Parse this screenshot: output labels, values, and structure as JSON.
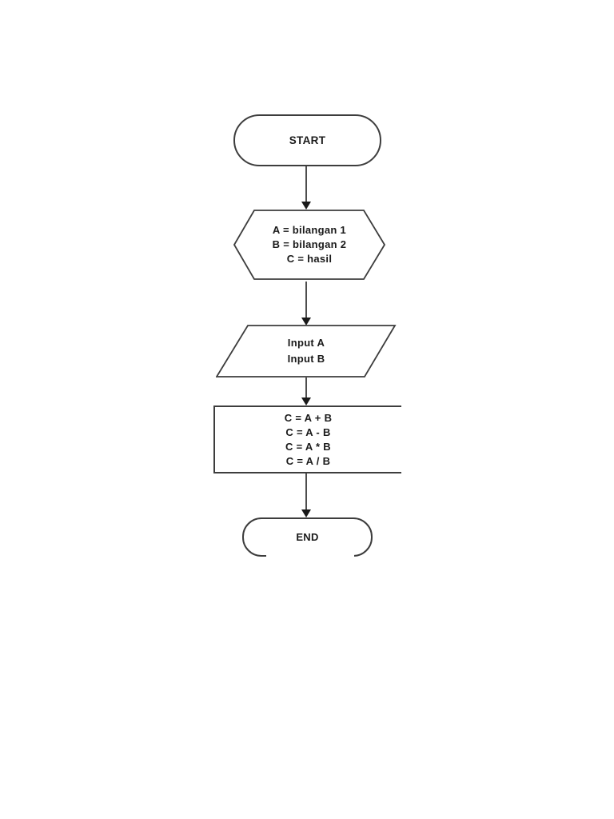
{
  "flowchart": {
    "colors": {
      "background": "#ffffff",
      "shape_stroke": "#3d3d3d",
      "shape_fill": "#ffffff",
      "text": "#1a1a1a",
      "arrow_shaft": "#4e4e4e",
      "arrowhead": "#191919"
    },
    "start": {
      "type": "terminator",
      "label": "START"
    },
    "preparation": {
      "type": "preparation",
      "lines": [
        "A = bilangan 1",
        "B = bilangan 2",
        "C = hasil"
      ]
    },
    "input": {
      "type": "input-output",
      "lines": [
        "Input A",
        "Input B"
      ]
    },
    "process": {
      "type": "process",
      "lines": [
        "C = A + B",
        "C = A - B",
        "C = A * B",
        "C = A / B"
      ]
    },
    "end": {
      "type": "terminator",
      "label": "END"
    },
    "edges": [
      {
        "from": "start",
        "to": "preparation"
      },
      {
        "from": "preparation",
        "to": "input"
      },
      {
        "from": "input",
        "to": "process"
      },
      {
        "from": "process",
        "to": "end"
      }
    ]
  }
}
